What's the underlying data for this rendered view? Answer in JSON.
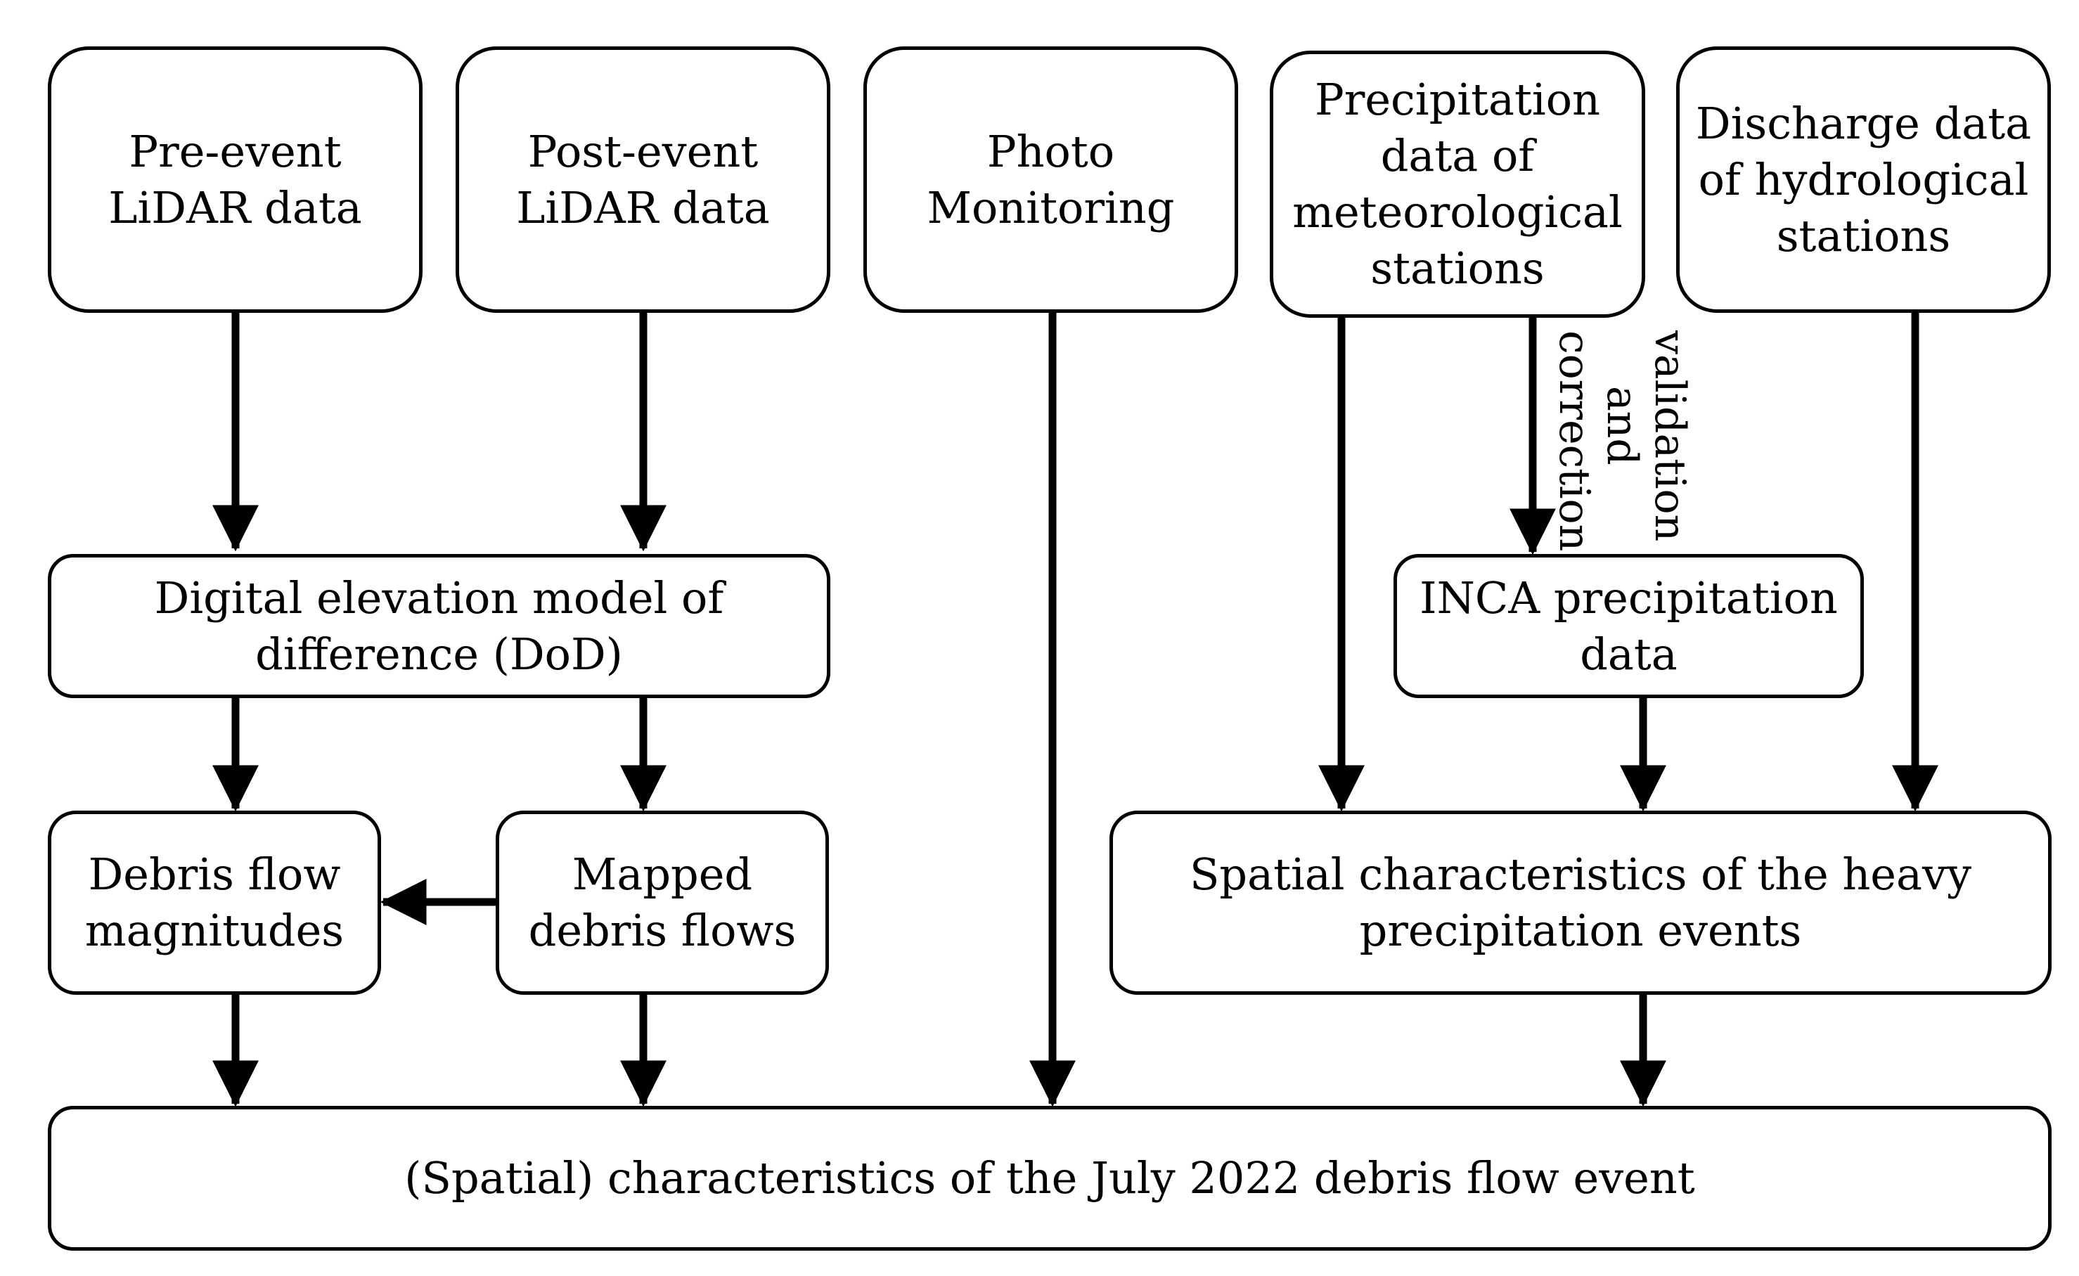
{
  "nodes": {
    "pre_event_lidar": "Pre-event\nLiDAR data",
    "post_event_lidar": "Post-event\nLiDAR data",
    "photo_monitoring": "Photo\nMonitoring",
    "precipitation_met": "Precipitation\ndata of\nmeteorological\nstations",
    "discharge_hydro": "Discharge data\nof hydrological\nstations",
    "dod": "Digital elevation model of\ndifference (DoD)",
    "inca": "INCA precipitation\ndata",
    "debris_magnitudes": "Debris flow\nmagnitudes",
    "mapped_debris": "Mapped\ndebris flows",
    "spatial_precip": "Spatial characteristics of the heavy\nprecipitation events",
    "final_event": "(Spatial) characteristics of the July 2022 debris flow event"
  },
  "edge_labels": {
    "validation_correction": "validation\nand\ncorrection"
  },
  "colors": {
    "stroke": "#000000",
    "background": "#ffffff"
  }
}
